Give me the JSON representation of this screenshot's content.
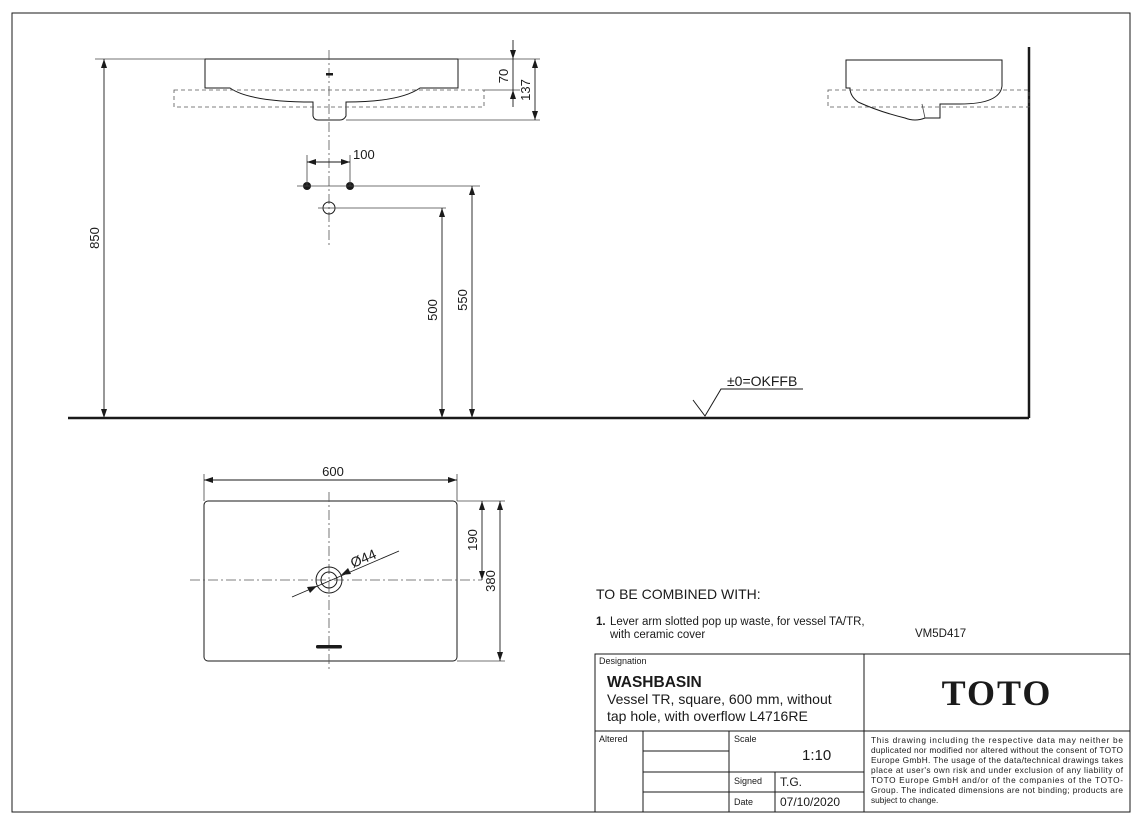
{
  "dimensions": {
    "d70": "70",
    "d137": "137",
    "d100": "100",
    "d850": "850",
    "d500": "500",
    "d550": "550",
    "floor_ref": "±0=OKFFB",
    "d600": "600",
    "d190": "190",
    "d380": "380",
    "d44": "Ø44"
  },
  "combined": {
    "heading": "TO BE COMBINED WITH:",
    "items": [
      {
        "number": "1.",
        "line1": "Lever arm slotted pop up waste, for vessel TA/TR,",
        "line2": "with ceramic cover",
        "code": "VM5D417"
      }
    ]
  },
  "title_block": {
    "designation_label": "Designation",
    "product_name": "WASHBASIN",
    "description_line1": "Vessel TR, square, 600 mm, without",
    "description_line2": "tap hole, with overflow L4716RE",
    "brand": "TOTO",
    "altered_label": "Altered",
    "scale_label": "Scale",
    "scale_value": "1:10",
    "signed_label": "Signed",
    "signed_value": "T.G.",
    "date_label": "Date",
    "date_value": "07/10/2020",
    "disclaimer_lines": [
      "This drawing including the respective data may neither be",
      "duplicated nor modified nor altered without the consent of TOTO",
      "Europe GmbH. The usage of the data/technical drawings takes",
      "place at user's own risk and under exclusion of any liability of",
      "TOTO Europe GmbH and/or of the companies of the TOTO-",
      "Group. The indicated dimensions are not binding; products are",
      "subject to change."
    ]
  }
}
